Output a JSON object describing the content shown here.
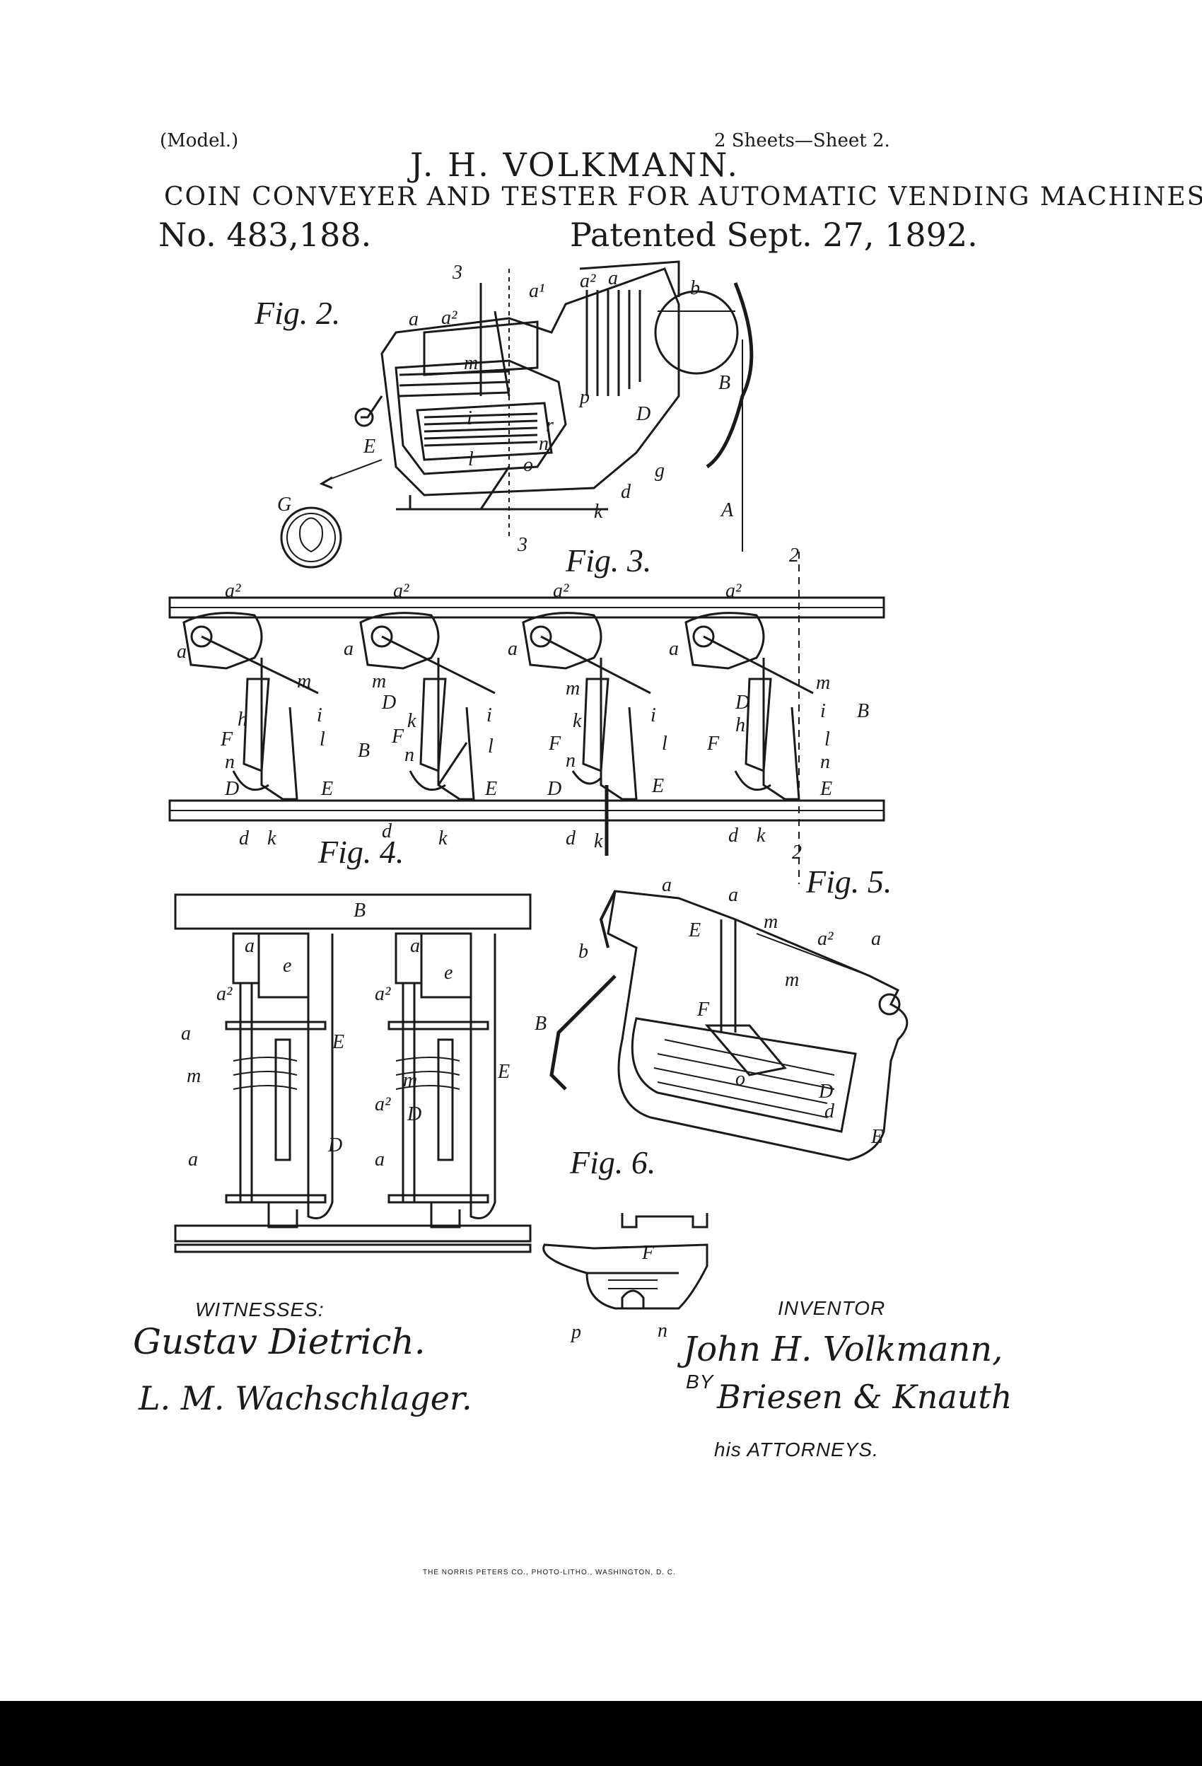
{
  "header": {
    "model": "(Model.)",
    "sheets": "2 Sheets—Sheet 2.",
    "inventor_name": "J. H. VOLKMANN.",
    "title": "COIN CONVEYER AND TESTER FOR AUTOMATIC VENDING MACHINES.",
    "patent_no": "No. 483,188.",
    "patent_date": "Patented Sept. 27, 1892."
  },
  "figures": {
    "fig2": "Fig. 2.",
    "fig3": "Fig. 3.",
    "fig4": "Fig. 4.",
    "fig5": "Fig. 5.",
    "fig6": "Fig. 6."
  },
  "labels": {
    "a": "a",
    "a2": "a²",
    "a1": "a¹",
    "b": "b",
    "B": "B",
    "D": "D",
    "E": "E",
    "F": "F",
    "G": "G",
    "A": "A",
    "d": "d",
    "e": "e",
    "g": "g",
    "h": "h",
    "i": "i",
    "k": "k",
    "l": "l",
    "m": "m",
    "n": "n",
    "o": "o",
    "p": "p",
    "r": "r",
    "three": "3",
    "two": "2"
  },
  "signatures": {
    "witnesses_label": "WITNESSES:",
    "witness1": "Gustav Dietrich.",
    "witness2": "L. M. Wachschlager.",
    "inventor_label": "INVENTOR",
    "inventor_signature": "John H. Volkmann,",
    "by": "BY",
    "attorneys_signature": "Briesen & Knauth",
    "attorneys_label": "his ATTORNEYS."
  },
  "footer": {
    "printer": "THE NORRIS PETERS CO., PHOTO-LITHO., WASHINGTON, D. C."
  }
}
